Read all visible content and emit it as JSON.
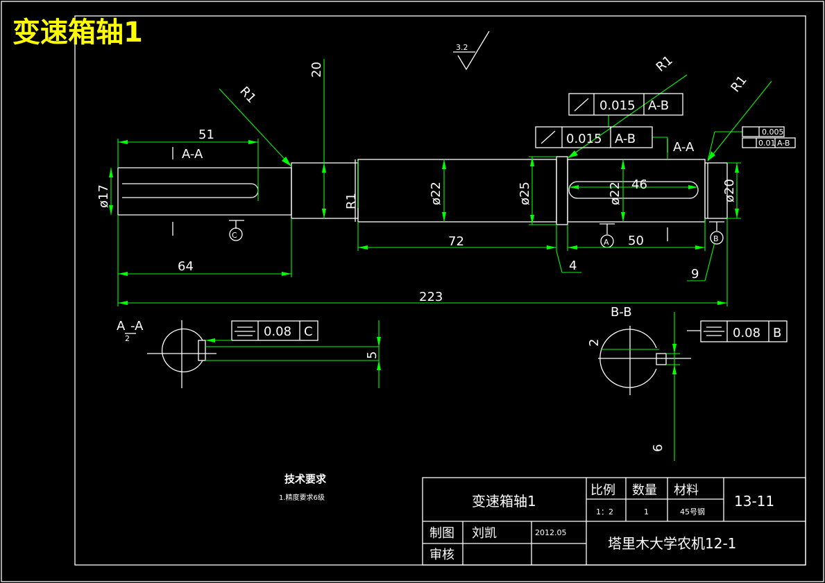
{
  "drawing_title": "变速箱轴1",
  "dims": {
    "d51": "51",
    "d64": "64",
    "d72": "72",
    "d223": "223",
    "d46": "46",
    "d50": "50",
    "d4": "4",
    "d9": "9",
    "d20": "20",
    "d5": "5",
    "d2": "2",
    "d6": "6",
    "phi17": "ø17",
    "phi22a": "ø22",
    "phi25": "ø25",
    "phi22b": "ø22",
    "phi20": "ø20",
    "r1a": "R1",
    "r1b": "R1",
    "r1c": "R1",
    "r1d": "R1"
  },
  "labels": {
    "sectionA_top": "A-A",
    "sectionB_top": "B-B",
    "datumA": "A",
    "datumB": "B",
    "datumC": "C",
    "viewA": "A",
    "viewA_sub": "2",
    "viewA_mid": "-A",
    "viewB": "B-B",
    "roughness": "3.2"
  },
  "tolerances": {
    "runout1": {
      "value": "0.015",
      "datum": "A-B"
    },
    "runout2": {
      "value": "0.015",
      "datum": "A-B"
    },
    "small1": {
      "value": "0.005"
    },
    "small2": {
      "value": "0.01",
      "datum": "A-B"
    },
    "sym_c": {
      "value": "0.08",
      "datum": "C"
    },
    "sym_b": {
      "value": "0.08",
      "datum": "B"
    }
  },
  "notes": {
    "heading": "技术要求",
    "item1": "1.精度要求6级"
  },
  "title_block": {
    "part_name": "变速箱轴1",
    "scale_label": "比例",
    "qty_label": "数量",
    "material_label": "材料",
    "scale": "1：2",
    "qty": "1",
    "material": "45号钢",
    "drawing_no": "13-11",
    "drawn_label": "制图",
    "drawn_by": "刘凯",
    "date": "2012.05",
    "check_label": "审核",
    "organization": "塔里木大学农机12-1"
  },
  "colors": {
    "outline": "#ffffff",
    "dimension": "#00ff00",
    "title": "#ffff00",
    "background": "#000000"
  }
}
